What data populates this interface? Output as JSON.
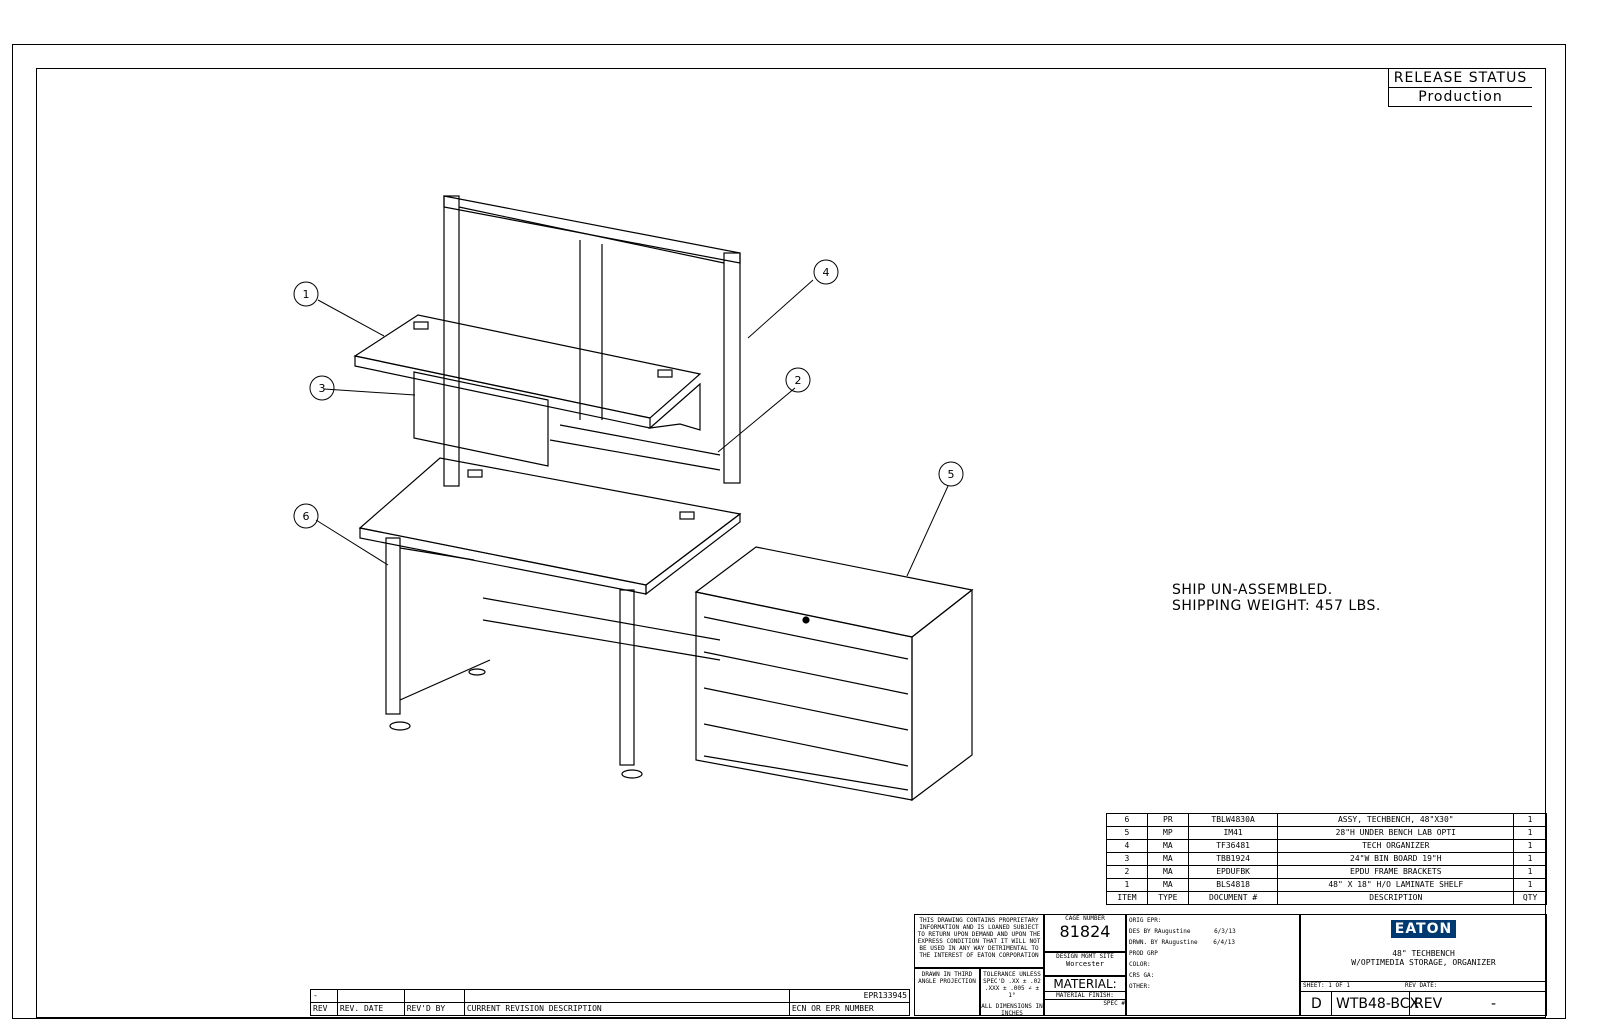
{
  "release": {
    "title": "RELEASE STATUS",
    "status": "Production"
  },
  "notes": [
    "SHIP UN-ASSEMBLED.",
    "SHIPPING WEIGHT: 457 LBS."
  ],
  "callouts": [
    "1",
    "2",
    "3",
    "4",
    "5",
    "6"
  ],
  "bom": {
    "headers": [
      "ITEM",
      "TYPE",
      "DOCUMENT #",
      "DESCRIPTION",
      "QTY"
    ],
    "rows": [
      [
        "6",
        "PR",
        "TBLW4830A",
        "ASSY, TECHBENCH, 48\"X30\"",
        "1"
      ],
      [
        "5",
        "MP",
        "IM41",
        "28\"H UNDER BENCH LAB OPTI",
        "1"
      ],
      [
        "4",
        "MA",
        "TF36481",
        "TECH ORGANIZER",
        "1"
      ],
      [
        "3",
        "MA",
        "TBB1924",
        "24\"W BIN BOARD 19\"H",
        "1"
      ],
      [
        "2",
        "MA",
        "EPDUFBK",
        "EPDU FRAME BRACKETS",
        "1"
      ],
      [
        "1",
        "MA",
        "BLS4818",
        "48\" X 18\" H/O LAMINATE SHELF",
        "1"
      ]
    ]
  },
  "revision": {
    "row": [
      "-",
      "",
      "",
      "",
      "EPR133945"
    ],
    "headers": [
      "REV",
      "REV. DATE",
      "REV'D BY",
      "CURRENT REVISION DESCRIPTION",
      "ECN OR EPR NUMBER"
    ]
  },
  "titleblock": {
    "proprietary": "THIS DRAWING CONTAINS PROPRIETARY INFORMATION AND IS LOANED SUBJECT TO RETURN UPON DEMAND AND UPON THE EXPRESS CONDITION THAT IT WILL NOT BE USED IN ANY WAY DETRIMENTAL TO THE INTEREST OF EATON CORPORATION",
    "projection": "DRAWN IN THIRD ANGLE PROJECTION",
    "tolerance": "TOLERANCE UNLESS SPEC'D .XX ± .02 .XXX ± .005 ∠ ± 1°",
    "dims": "ALL DIMENSIONS IN INCHES",
    "cage_label": "CAGE NUMBER",
    "cage": "81824",
    "site_label": "DESIGN MGMT SITE",
    "site": "Worcester",
    "material": "MATERIAL:",
    "finish": "MATERIAL FINISH:",
    "spec": "SPEC #",
    "orig": "ORIG EPR:",
    "des_by": "DES BY",
    "des_name": "RAugustine",
    "des_date": "6/3/13",
    "drwn_by": "DRWN. BY",
    "drwn_name": "RAugustine",
    "drwn_date": "6/4/13",
    "prod": "PROD GRP",
    "color": "COLOR:",
    "crs": "CRS GA:",
    "other": "OTHER:",
    "logo": "EATON",
    "title1": "48\" TECHBENCH",
    "title2": "W/OPTIMEDIA STORAGE, ORGANIZER",
    "sheet": "SHEET:  1 OF 1",
    "revdate": "REV DATE:",
    "size": "D",
    "dwg": "WTB48-BCX",
    "rev_label": "REV",
    "rev": "-"
  }
}
